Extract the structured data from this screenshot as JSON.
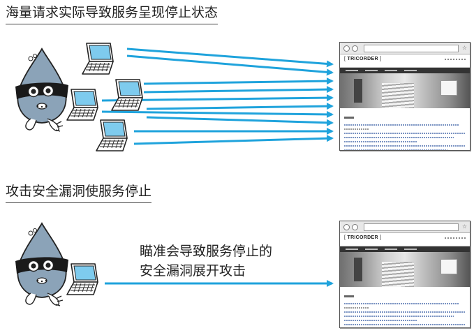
{
  "section1": {
    "title": "海量请求实际导致服务呈现停止状态"
  },
  "section2": {
    "title": "攻击安全漏洞使服务停止",
    "attack_label_line1": "瞄准会导致服务停止的",
    "attack_label_line2": "安全漏洞展开攻击"
  },
  "website": {
    "logo": "TRICORDER"
  },
  "colors": {
    "arrow": "#1fa3dc",
    "attacker_face": "#8ba3b8",
    "mask": "#1a1a1a",
    "laptop_screen": "#7ecbee"
  },
  "icons": {
    "attacker": "masked-attacker-icon",
    "laptop": "laptop-icon",
    "browser": "browser-window-icon"
  }
}
